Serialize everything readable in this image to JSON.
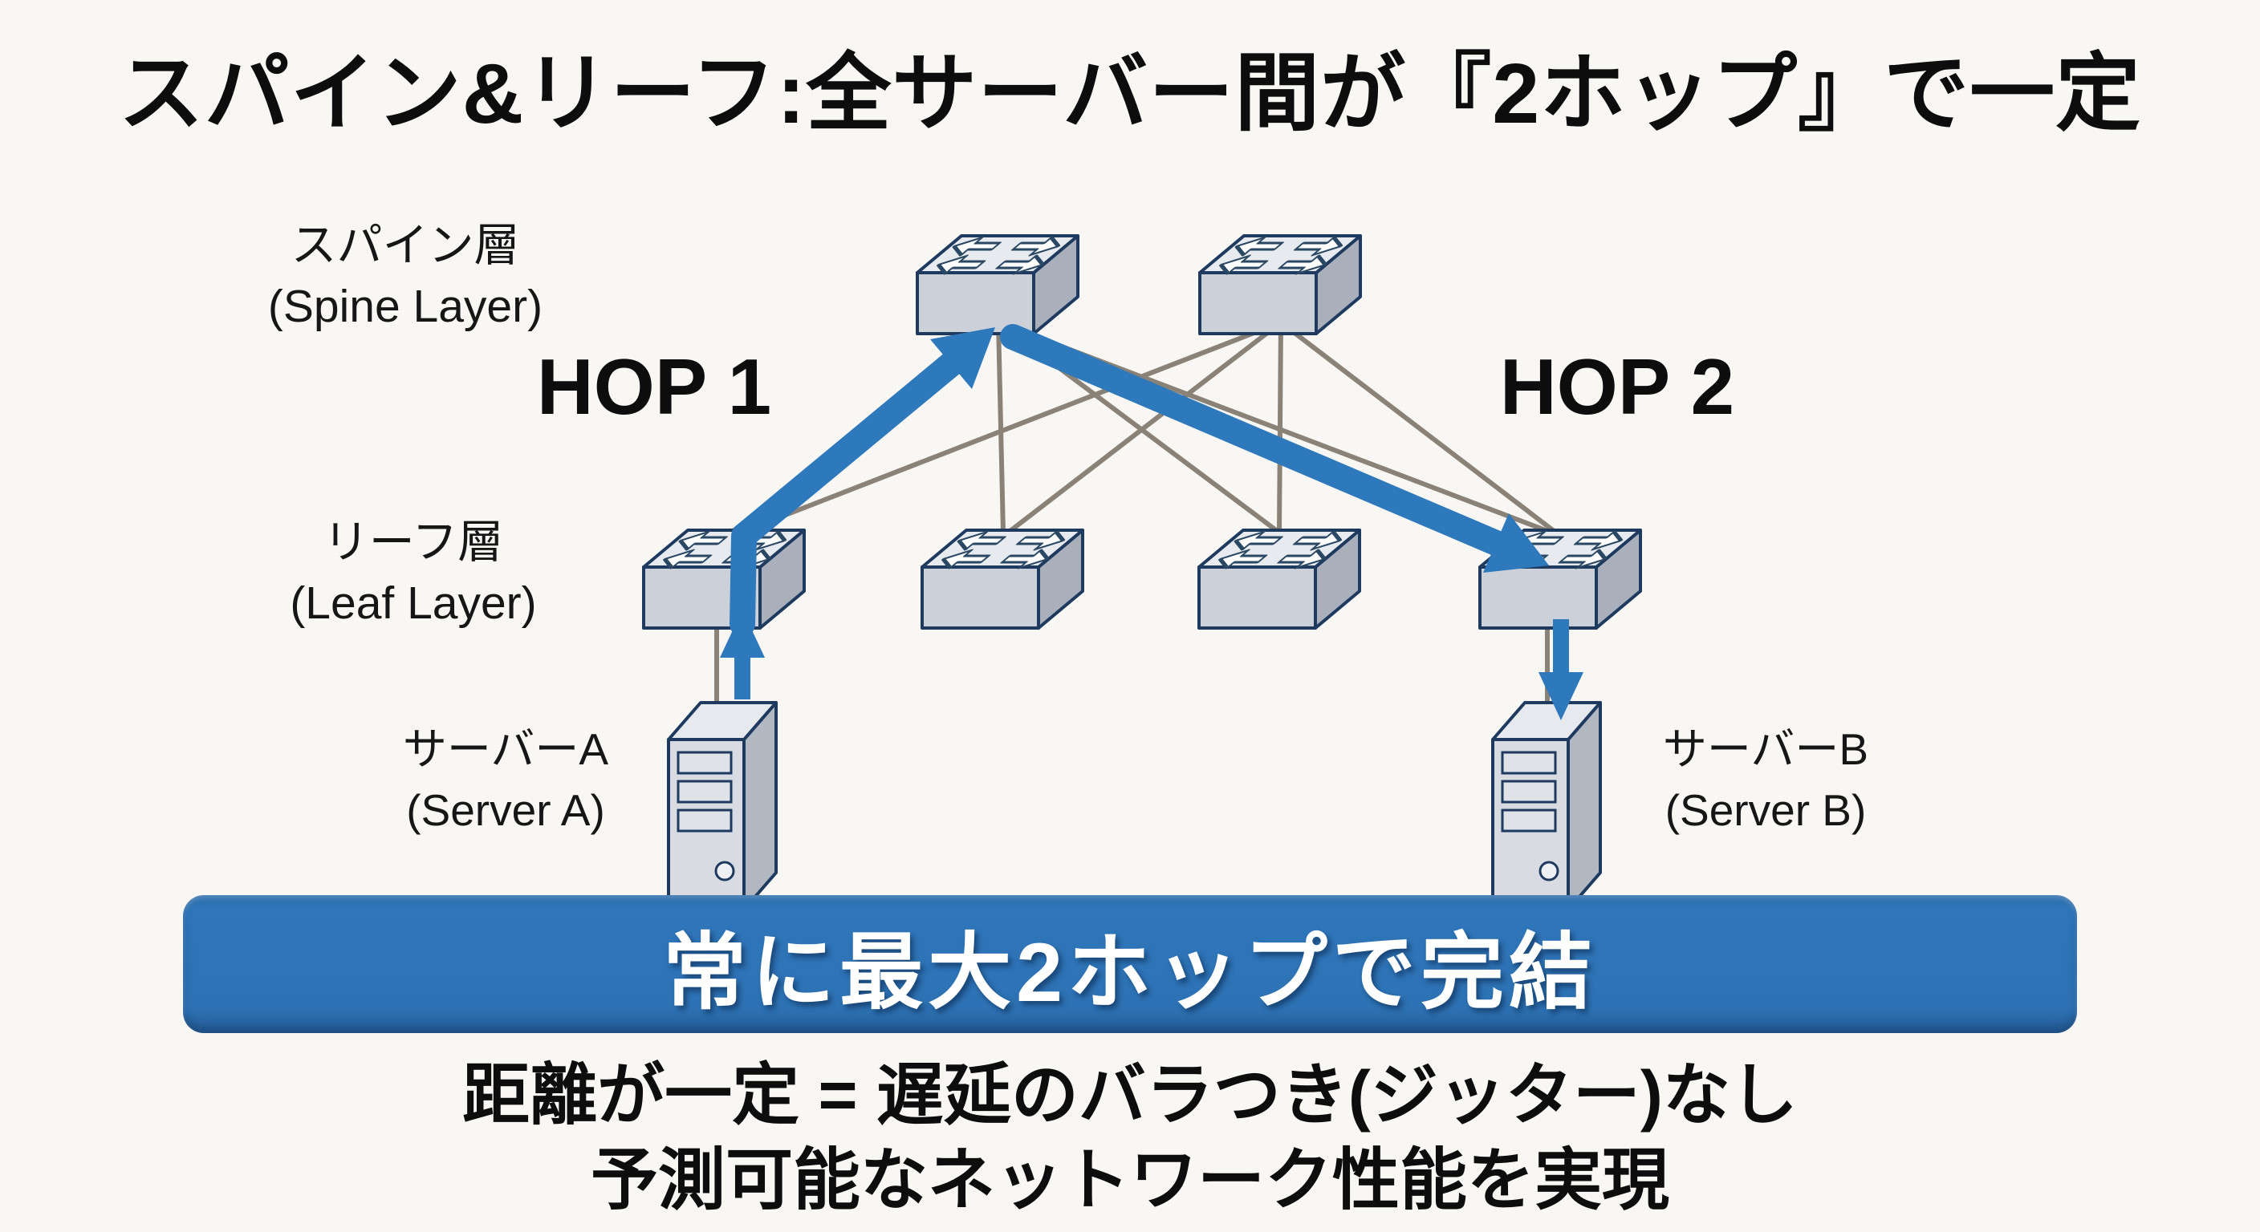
{
  "title": "スパイン&リーフ:全サーバー間が『2ホップ』で一定",
  "diagram": {
    "spine_label": {
      "ja": "スパイン層",
      "en": "(Spine Layer)"
    },
    "leaf_label": {
      "ja": "リーフ層",
      "en": "(Leaf Layer)"
    },
    "server_a_label": {
      "ja": "サーバーA",
      "en": "(Server A)"
    },
    "server_b_label": {
      "ja": "サーバーB",
      "en": "(Server B)"
    },
    "hop1_label": "HOP 1",
    "hop2_label": "HOP 2",
    "spine_switch_count": 2,
    "leaf_switch_count": 4,
    "icons": {
      "switch": "isometric-network-switch-icon",
      "server": "tower-server-icon",
      "link": "gray-link-line",
      "path": "blue-hop-arrow"
    }
  },
  "banner": {
    "text": "常に最大2ホップで完結"
  },
  "footer": {
    "line1": "距離が一定 = 遅延のバラつき(ジッター)なし",
    "line2": "予測可能なネットワーク性能を実現"
  },
  "colors": {
    "background": "#f8f7f4",
    "accent_blue_arrow": "#2e78bc",
    "banner_blue": "#2d72b4",
    "link_gray": "#8a8276",
    "icon_outline_navy": "#1e3a5f",
    "text_black": "#0d0d0d",
    "banner_text_white": "#ffffff"
  }
}
